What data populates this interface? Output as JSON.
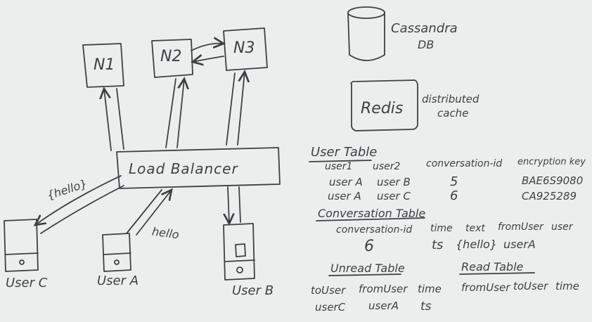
{
  "diagram": {
    "nodes": [
      "N1",
      "N2",
      "N3"
    ],
    "load_balancer": "Load Balancer",
    "devices": [
      {
        "label": "User C",
        "message": "{hello}"
      },
      {
        "label": "User A",
        "message": "hello"
      },
      {
        "label": "User B"
      }
    ],
    "cassandra": {
      "line1": "Cassandra",
      "line2": "DB"
    },
    "redis": {
      "label": "Redis",
      "note_line1": "distributed",
      "note_line2": "cache"
    }
  },
  "user_table": {
    "title": "User Table",
    "headers": [
      "user1",
      "user2",
      "conversation-id",
      "encryption key"
    ],
    "rows": [
      [
        "user A",
        "user B",
        "5",
        "BAE6S9080"
      ],
      [
        "user A",
        "user C",
        "6",
        "CA925289"
      ]
    ]
  },
  "conversation_table": {
    "title": "Conversation Table",
    "left_header": "conversation-id",
    "left_value": "6",
    "right_headers": [
      "time",
      "text",
      "fromUser",
      "user"
    ],
    "right_values": [
      "ts",
      "{hello}",
      "userA"
    ]
  },
  "unread_table": {
    "title": "Unread Table",
    "headers": [
      "toUser",
      "fromUser",
      "time"
    ],
    "row": [
      "userC",
      "userA",
      "ts"
    ]
  },
  "read_table": {
    "title": "Read Table",
    "headers": [
      "fromUser",
      "toUser",
      "time"
    ]
  }
}
